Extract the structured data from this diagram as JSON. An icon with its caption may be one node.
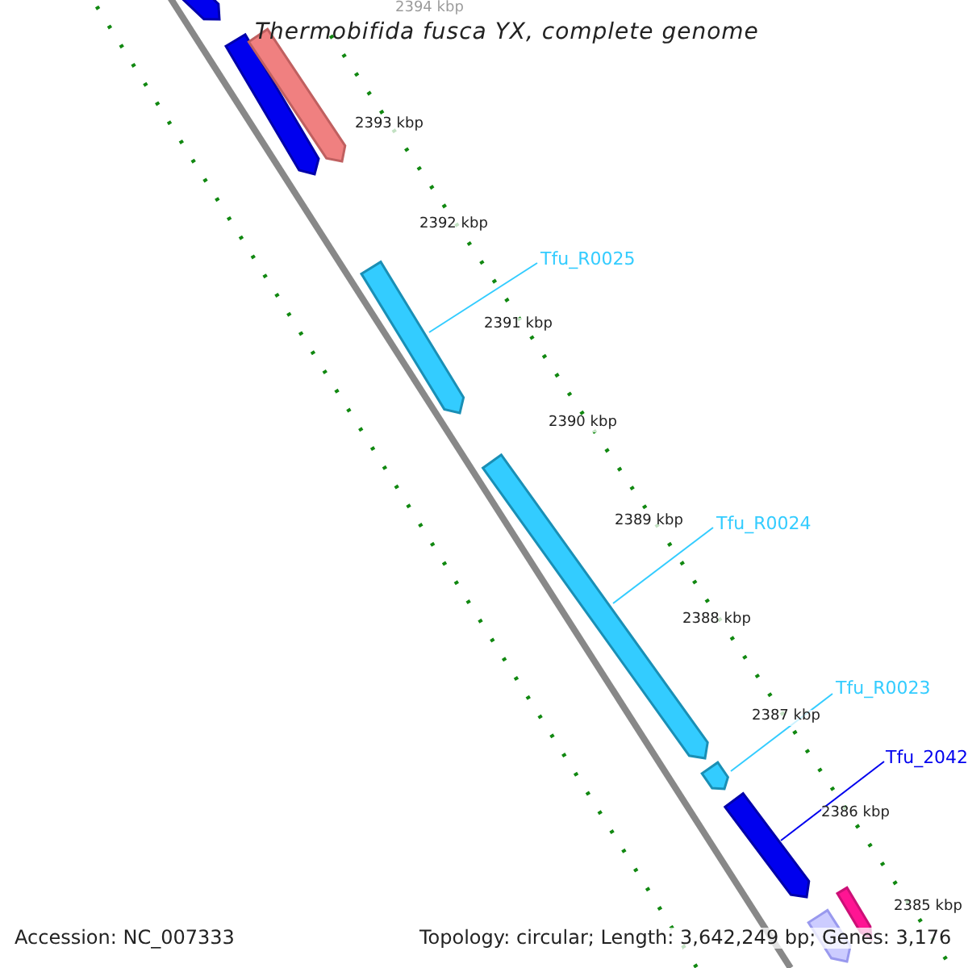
{
  "diagram": {
    "title": "Thermobifida fusca YX, complete genome",
    "nodes": [
      {
        "text": [
          "Tfu_R0025"
        ]
      },
      {
        "text": [],
        "shape": "bar"
      },
      {
        "text": [
          "Tfu_R0024"
        ]
      },
      {
        "text": [],
        "shape": "bar"
      },
      {
        "text": [
          "Tfu_R0023"
        ]
      },
      {
        "text": [],
        "shape": "bar"
      },
      {
        "text": [
          "Tfu_2042"
        ]
      },
      {
        "text": [],
        "shape": "bar"
      }
    ],
    "edges": [
      {
        "from": 0,
        "to": 1,
        "arrow": "none"
      },
      {
        "from": 2,
        "to": 3,
        "arrow": "none"
      },
      {
        "from": 4,
        "to": 5,
        "arrow": "none"
      },
      {
        "from": 6,
        "to": 7,
        "arrow": "none",
        "color": "#0000ee"
      }
    ],
    "labels": [
      "2394 kbp",
      "2393 kbp",
      "2392 kbp",
      "2391 kbp",
      "2390 kbp",
      "2389 kbp",
      "2388 kbp",
      "2387 kbp",
      "2386 kbp",
      "2385 kbp",
      "Accession: NC_007333",
      "Topology: circular; Length: 3,642,249 bp; Genes: 3,176"
    ]
  }
}
